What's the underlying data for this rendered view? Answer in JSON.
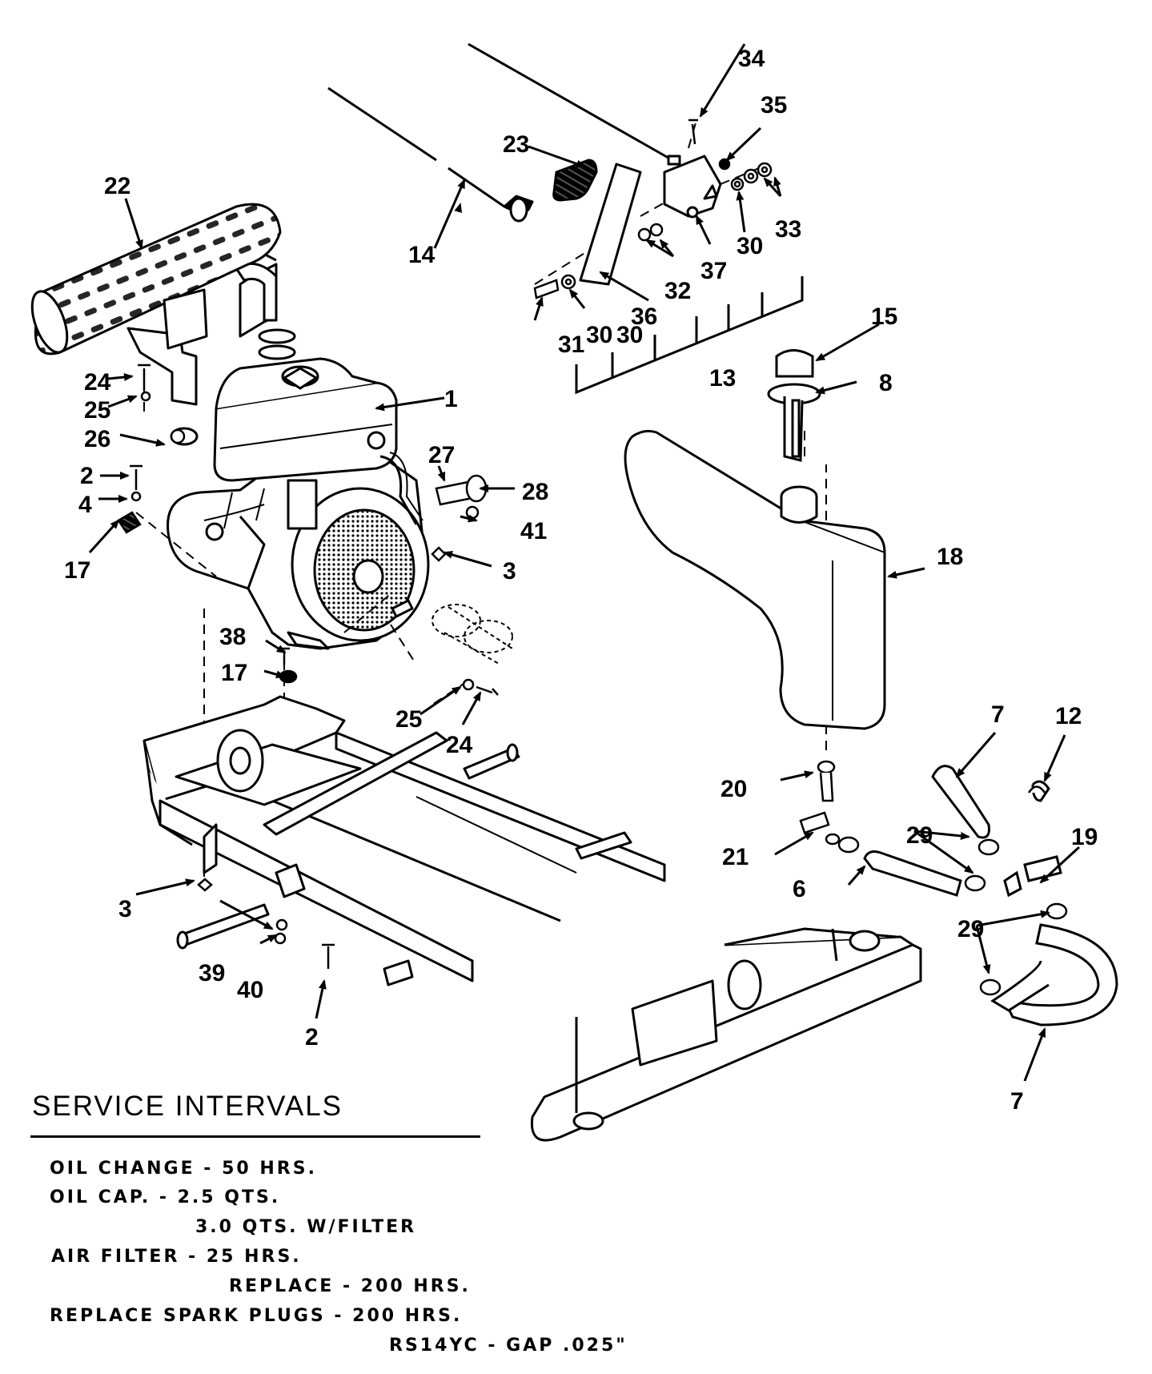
{
  "callouts": [
    {
      "id": "c1",
      "label": "1"
    },
    {
      "id": "c2a",
      "label": "2"
    },
    {
      "id": "c2b",
      "label": "2"
    },
    {
      "id": "c3a",
      "label": "3"
    },
    {
      "id": "c3b",
      "label": "3"
    },
    {
      "id": "c4",
      "label": "4"
    },
    {
      "id": "c6",
      "label": "6"
    },
    {
      "id": "c7a",
      "label": "7"
    },
    {
      "id": "c7b",
      "label": "7"
    },
    {
      "id": "c8",
      "label": "8"
    },
    {
      "id": "c12",
      "label": "12"
    },
    {
      "id": "c13",
      "label": "13"
    },
    {
      "id": "c14",
      "label": "14"
    },
    {
      "id": "c15",
      "label": "15"
    },
    {
      "id": "c17a",
      "label": "17"
    },
    {
      "id": "c17b",
      "label": "17"
    },
    {
      "id": "c18",
      "label": "18"
    },
    {
      "id": "c19",
      "label": "19"
    },
    {
      "id": "c20",
      "label": "20"
    },
    {
      "id": "c21",
      "label": "21"
    },
    {
      "id": "c22",
      "label": "22"
    },
    {
      "id": "c23",
      "label": "23"
    },
    {
      "id": "c24a",
      "label": "24"
    },
    {
      "id": "c24b",
      "label": "24"
    },
    {
      "id": "c25a",
      "label": "25"
    },
    {
      "id": "c25b",
      "label": "25"
    },
    {
      "id": "c26",
      "label": "26"
    },
    {
      "id": "c27",
      "label": "27"
    },
    {
      "id": "c28",
      "label": "28"
    },
    {
      "id": "c29a",
      "label": "29"
    },
    {
      "id": "c29b",
      "label": "29"
    },
    {
      "id": "c30a",
      "label": "30"
    },
    {
      "id": "c30b",
      "label": "30"
    },
    {
      "id": "c30c",
      "label": "30"
    },
    {
      "id": "c31",
      "label": "31"
    },
    {
      "id": "c32",
      "label": "32"
    },
    {
      "id": "c33",
      "label": "33"
    },
    {
      "id": "c34",
      "label": "34"
    },
    {
      "id": "c35",
      "label": "35"
    },
    {
      "id": "c36",
      "label": "36"
    },
    {
      "id": "c37",
      "label": "37"
    },
    {
      "id": "c38",
      "label": "38"
    },
    {
      "id": "c39",
      "label": "39"
    },
    {
      "id": "c40",
      "label": "40"
    },
    {
      "id": "c41",
      "label": "41"
    }
  ],
  "service": {
    "title": "SERVICE INTERVALS",
    "lines": [
      "OIL CHANGE - 50 HRS.",
      "OIL CAP. - 2.5 QTS.",
      "3.0 QTS. W/FILTER",
      "AIR FILTER - 25 HRS.",
      "REPLACE - 200 HRS.",
      "REPLACE SPARK PLUGS - 200 HRS.",
      "RS14YC - GAP .025\""
    ]
  }
}
